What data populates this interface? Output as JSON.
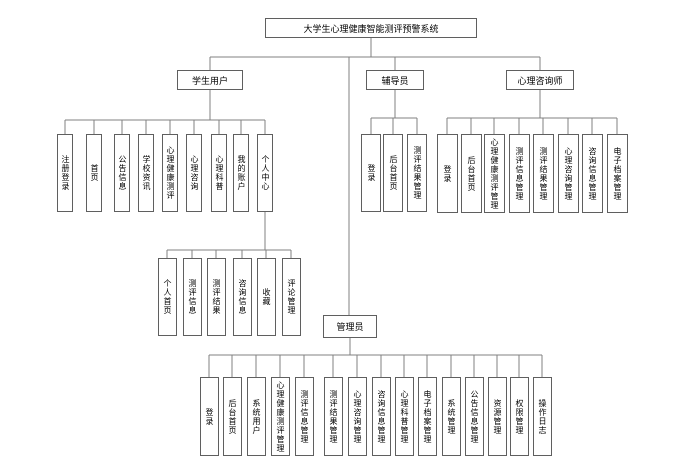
{
  "diagram": {
    "root": "大学生心理健康智能测评预警系统",
    "groups": {
      "student": {
        "label": "学生用户",
        "children": [
          "注册登录",
          "首页",
          "公告信息",
          "学校资讯",
          "心理健康测评",
          "心理咨询",
          "心理科普",
          "我的账户",
          "个人中心"
        ]
      },
      "personal_center": {
        "label": "个人中心",
        "children": [
          "个人首页",
          "测评信息",
          "测评结果",
          "咨询信息",
          "收藏",
          "评论管理"
        ]
      },
      "counselor": {
        "label": "辅导员",
        "children": [
          "登录",
          "后台首页",
          "测评结果管理"
        ]
      },
      "psychologist": {
        "label": "心理咨询师",
        "children": [
          "登录",
          "后台首页",
          "心理健康测评管理",
          "测评信息管理",
          "测评结果管理",
          "心理咨询管理",
          "咨询信息管理",
          "电子档案管理"
        ]
      },
      "admin": {
        "label": "管理员",
        "children": [
          "登录",
          "后台首页",
          "系统用户",
          "心理健康测评管理",
          "测评信息管理",
          "测评结果管理",
          "心理咨询管理",
          "咨询信息管理",
          "心理科普管理",
          "电子档案管理",
          "系统管理",
          "公告信息管理",
          "资源管理",
          "权限管理",
          "操作日志"
        ]
      }
    },
    "colors": {
      "background": "#ffffff",
      "box_border": "#5f5f5f",
      "connector": "#808080",
      "text": "#000000"
    }
  }
}
